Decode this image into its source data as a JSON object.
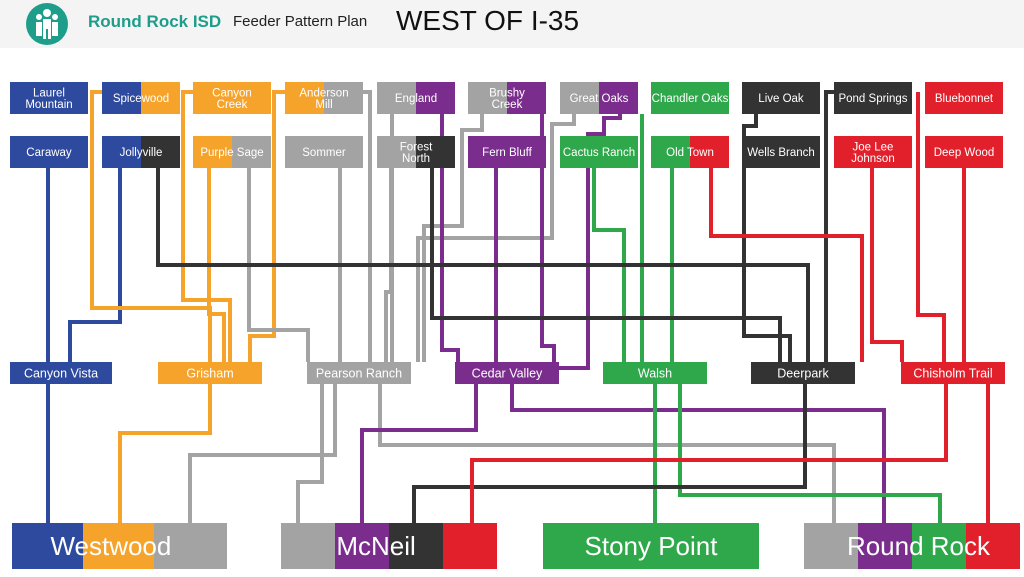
{
  "header": {
    "brand": "Round Rock ISD",
    "subtitle": "Feeder Pattern Plan",
    "region": "WEST OF I-35",
    "logo_icon": "family-icon"
  },
  "colors": {
    "westwood": "#2e4a9e",
    "mcneil": "#7b2d8e",
    "stonypoint": "#2ea84a",
    "roundrock": "#e2202c",
    "orange": "#f5a32b",
    "gray": "#a3a3a3",
    "dark": "#333333",
    "logo": "#1e9d8b"
  },
  "elementary": [
    {
      "id": "laurel",
      "label": [
        "Laurel",
        "Mountain"
      ]
    },
    {
      "id": "spicewood",
      "label": [
        "Spicewood"
      ]
    },
    {
      "id": "canyoncreek",
      "label": [
        "Canyon",
        "Creek"
      ]
    },
    {
      "id": "anderson",
      "label": [
        "Anderson",
        "Mill"
      ]
    },
    {
      "id": "england",
      "label": [
        "England"
      ]
    },
    {
      "id": "brushy",
      "label": [
        "Brushy",
        "Creek"
      ]
    },
    {
      "id": "greatoaks",
      "label": [
        "Great Oaks"
      ]
    },
    {
      "id": "chandler",
      "label": [
        "Chandler Oaks"
      ]
    },
    {
      "id": "liveoak",
      "label": [
        "Live Oak"
      ]
    },
    {
      "id": "pondsprings",
      "label": [
        "Pond Springs"
      ]
    },
    {
      "id": "bluebonnet",
      "label": [
        "Bluebonnet"
      ]
    },
    {
      "id": "caraway",
      "label": [
        "Caraway"
      ]
    },
    {
      "id": "jollyville",
      "label": [
        "Jollyville"
      ]
    },
    {
      "id": "purplesage",
      "label": [
        "Purple Sage"
      ]
    },
    {
      "id": "sommer",
      "label": [
        "Sommer"
      ]
    },
    {
      "id": "forestnorth",
      "label": [
        "Forest",
        "North"
      ]
    },
    {
      "id": "fernbluff",
      "label": [
        "Fern Bluff"
      ]
    },
    {
      "id": "cactus",
      "label": [
        "Cactus Ranch"
      ]
    },
    {
      "id": "oldtown",
      "label": [
        "Old Town"
      ]
    },
    {
      "id": "wellsbranch",
      "label": [
        "Wells Branch"
      ]
    },
    {
      "id": "joelee",
      "label": [
        "Joe Lee",
        "Johnson"
      ]
    },
    {
      "id": "deepwood",
      "label": [
        "Deep Wood"
      ]
    }
  ],
  "middle": [
    {
      "id": "canyonvista",
      "label": "Canyon Vista"
    },
    {
      "id": "grisham",
      "label": "Grisham"
    },
    {
      "id": "pearson",
      "label": "Pearson Ranch"
    },
    {
      "id": "cedarvalley",
      "label": "Cedar Valley"
    },
    {
      "id": "walsh",
      "label": "Walsh"
    },
    {
      "id": "deerpark",
      "label": "Deerpark"
    },
    {
      "id": "chisholm",
      "label": "Chisholm Trail"
    }
  ],
  "high": [
    {
      "id": "westwood",
      "label": "Westwood"
    },
    {
      "id": "mcneil",
      "label": "McNeil"
    },
    {
      "id": "stonypoint",
      "label": "Stony Point"
    },
    {
      "id": "roundrock",
      "label": "Round Rock"
    }
  ]
}
